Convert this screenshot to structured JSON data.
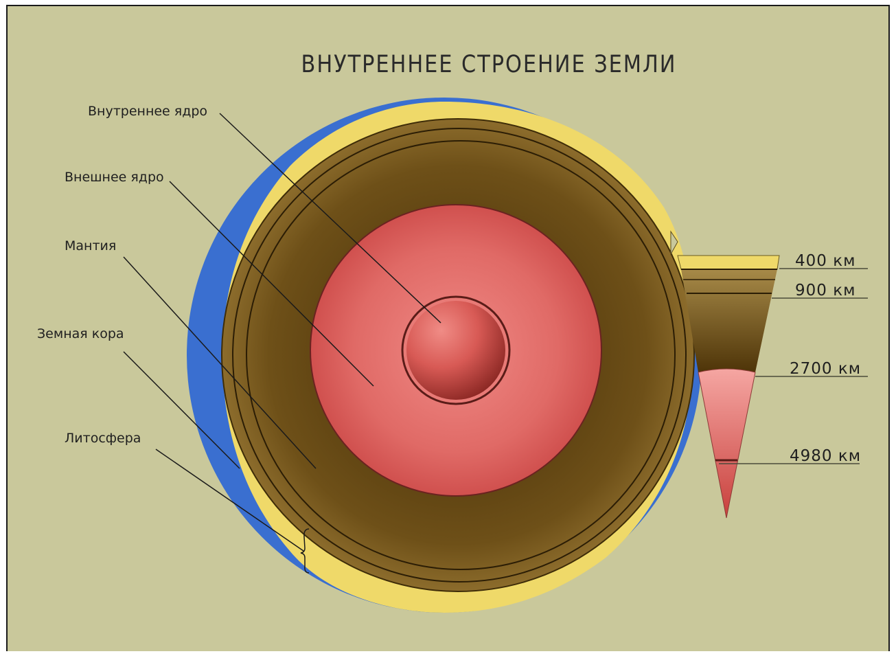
{
  "title": "ВНУТРЕННЕЕ СТРОЕНИЕ ЗЕМЛИ",
  "labels": {
    "inner_core": "Внутреннее ядро",
    "outer_core": "Внешнее ядро",
    "mantle": "Мантия",
    "crust": "Земная кора",
    "lithosphere": "Литосфера"
  },
  "depths": [
    {
      "label": "400 км"
    },
    {
      "label": "900 км"
    },
    {
      "label": "2700 км"
    },
    {
      "label": "4980 км"
    }
  ],
  "colors": {
    "background": "#c9c89b",
    "ocean": "#3a6fd0",
    "crust": "#efd969",
    "mantle": "#7a5a1c",
    "outer_core": "#d9605e",
    "inner_core": "#c94a44"
  }
}
